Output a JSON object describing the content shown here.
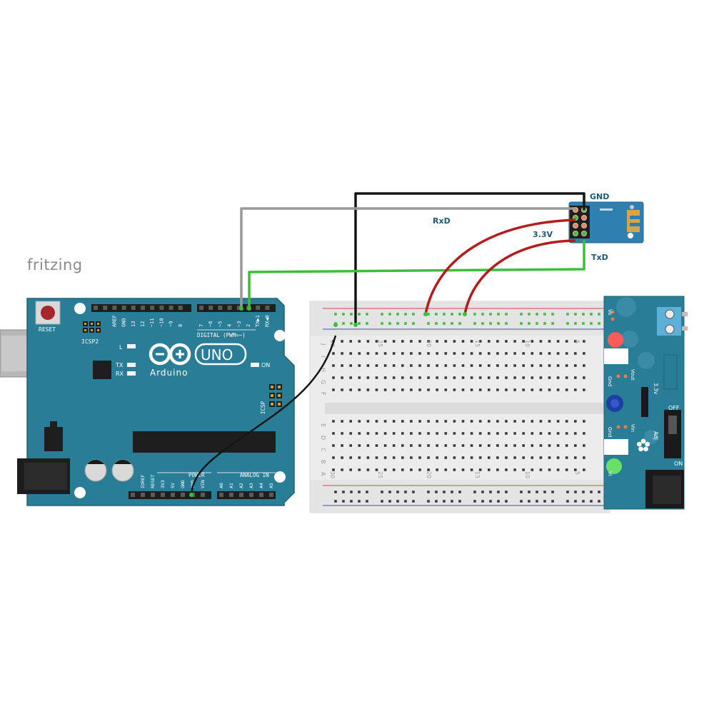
{
  "app": {
    "watermark": "fritzing"
  },
  "arduino": {
    "reset_label": "RESET",
    "icsp2_label": "ICSP2",
    "icsp_label": "ICSP",
    "logo_model": "UNO",
    "logo_brand": "Arduino",
    "digital_label": "DIGITAL (PWM=~)",
    "top_pins": [
      "AREF",
      "GND",
      "13",
      "12",
      "~11",
      "~10",
      "~9",
      "8",
      "7",
      "~6",
      "~5",
      "4",
      "~3",
      "2",
      "TX▶1",
      "RX◀0"
    ],
    "led_l": "L",
    "led_tx": "TX",
    "led_rx": "RX",
    "led_on": "ON",
    "power_label": "POWER",
    "analog_label": "ANALOG IN",
    "power_pins": [
      "IOREF",
      "RESET",
      "3V3",
      "5V",
      "GND",
      "GND",
      "VIN"
    ],
    "analog_pins": [
      "A0",
      "A1",
      "A2",
      "A3",
      "A4",
      "A5"
    ]
  },
  "breadboard": {
    "row_letters_top": [
      "J",
      "I",
      "H",
      "G",
      "F"
    ],
    "row_letters_bottom": [
      "E",
      "D",
      "C",
      "B",
      "A"
    ],
    "column_numbers": [
      "30",
      "25",
      "20",
      "15",
      "10",
      "5"
    ]
  },
  "wifi_module": {
    "pin_labels": {
      "gnd": "GND",
      "rxd": "RxD",
      "v33": "3.3V",
      "txd": "TxD"
    }
  },
  "power_supply": {
    "labels": [
      "Vo",
      "Gnd",
      "Vout",
      "Gnd",
      "Vin",
      "Vi",
      "3.3v",
      "Adj",
      "OFF",
      "ON"
    ]
  },
  "colors": {
    "board_blue": "#2a7d97",
    "wire_black": "#151515",
    "wire_gray": "#9a9a9a",
    "wire_green": "#3bbf3b",
    "wire_red": "#b51c1c",
    "module_blue": "#2f7fb0",
    "breadboard": "#ececec"
  }
}
